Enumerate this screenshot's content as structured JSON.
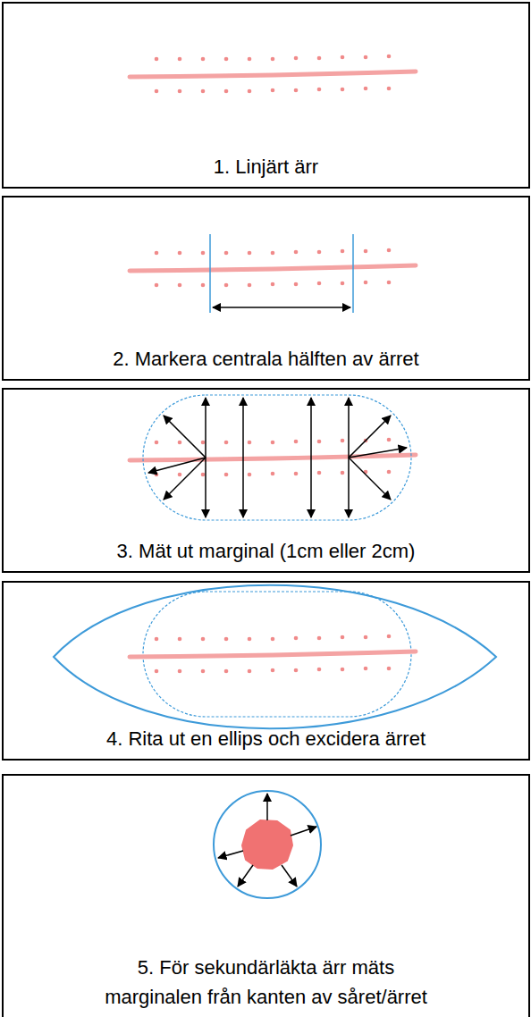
{
  "diagram": {
    "nodes": [
      {
        "text": [
          "1. Linjärt ärr"
        ]
      },
      {
        "text": [
          "2. Markera centrala hälften av ärret"
        ]
      },
      {
        "text": [
          "3. Mät ut marginal (1cm eller 2cm)"
        ]
      },
      {
        "text": [
          "4. Rita ut en ellips och excidera ärret"
        ]
      },
      {
        "text": [
          "5. För sekundärläkta ärr mäts marginalen från kanten av såret/ärret"
        ]
      }
    ]
  }
}
